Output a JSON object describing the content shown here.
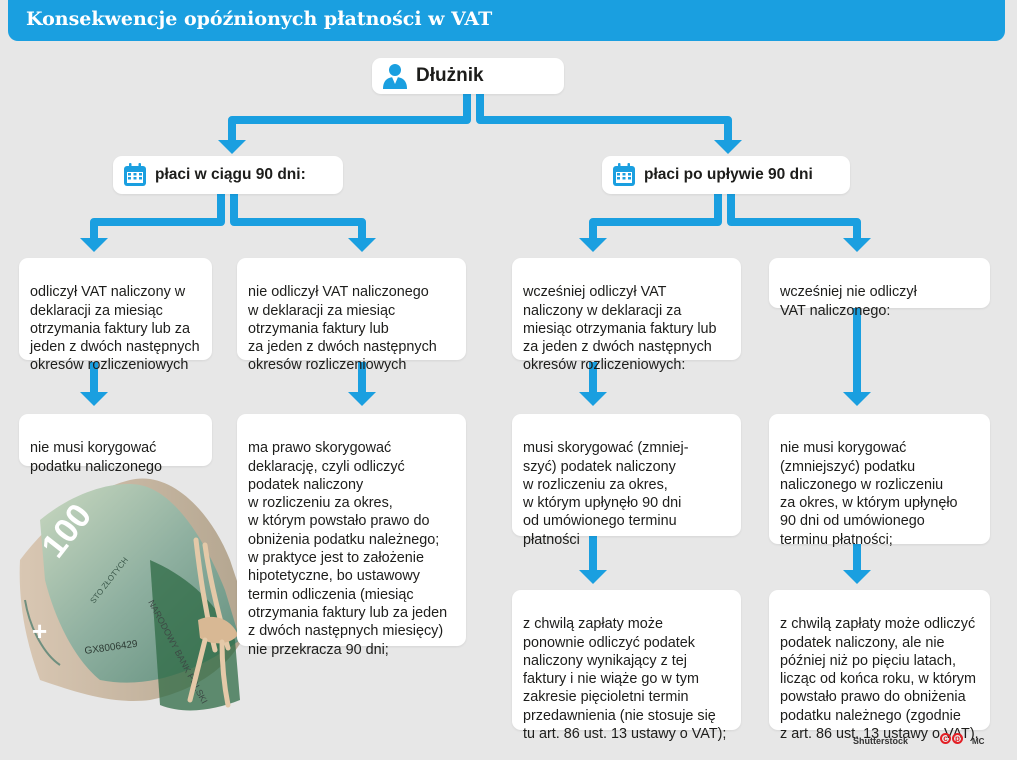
{
  "header": {
    "title": "Konsekwencje opóźnionych płatności w VAT",
    "color": "#1a9fe0"
  },
  "root": {
    "label": "Dłużnik",
    "icon": "person-icon"
  },
  "branches": [
    {
      "label": "płaci w ciągu 90 dni:",
      "icon": "calendar-icon"
    },
    {
      "label": "płaci po upływie 90 dni",
      "icon": "calendar-icon"
    }
  ],
  "conditions": [
    "odliczył VAT naliczony w\ndeklaracji za miesiąc\notrzymania faktury lub za\njeden z dwóch następnych\nokresów rozliczeniowych",
    "nie odliczył VAT naliczonego\nw deklaracji za miesiąc\notrzymania faktury lub\nza jeden z dwóch następnych\nokresów rozliczeniowych",
    "wcześniej odliczył VAT\nnaliczony w deklaracji za\nmiesiąc otrzymania faktury lub\nza jeden z dwóch następnych\nokresów rozliczeniowych:",
    "wcześniej nie odliczył\nVAT naliczonego:"
  ],
  "outcomes": [
    "nie musi korygować\npodatku naliczonego",
    "ma prawo skorygować\ndeklarację, czyli odliczyć\npodatek naliczony\nw rozliczeniu za okres,\nw którym powstało prawo do\nobniżenia podatku należnego;\nw praktyce jest to założenie\nhipotetyczne, bo ustawowy\ntermin odliczenia (miesiąc\notrzymania faktury lub za jeden\nz dwóch następnych miesięcy)\nnie przekracza 90 dni;",
    "musi skorygować (zmniej-\nszyć) podatek naliczony\nw rozliczeniu za okres,\nw którym upłynęło 90 dni\nod umówionego terminu\npłatności",
    "nie musi korygować\n(zmniejszyć) podatku\nnaliczonego w rozliczeniu\nza okres, w którym upłynęło\n90 dni od umówionego\nterminu płatności;"
  ],
  "followups": [
    "z chwilą zapłaty może\nponownie odliczyć podatek\nnaliczony wynikający z tej\nfaktury i nie wiąże go w tym\nzakresie pięcioletni termin\nprzedawnienia (nie stosuje się\ntu art. 86 ust. 13 ustawy o VAT);",
    "z chwilą zapłaty może odliczyć\npodatek naliczony, ale nie\npóźniej niż po pięciu latach,\nlicząc od końca roku, w którym\npowstało prawo do obniżenia\npodatku należnego (zgodnie\nz art. 86 ust. 13 ustawy o VAT)."
  ],
  "illustration": {
    "banknote_value": "100",
    "banknote_serial": "GX8006429",
    "banknote_caption": "STO ZŁOTYCH",
    "banknote_bank": "NARODOWY BANK POLSKI"
  },
  "footer": {
    "photo_credit": "Shutterstock",
    "author": "MC",
    "logo": "cp-logo"
  },
  "colors": {
    "accent": "#1a9fe0",
    "background": "#e7e7e7",
    "box": "#ffffff"
  }
}
